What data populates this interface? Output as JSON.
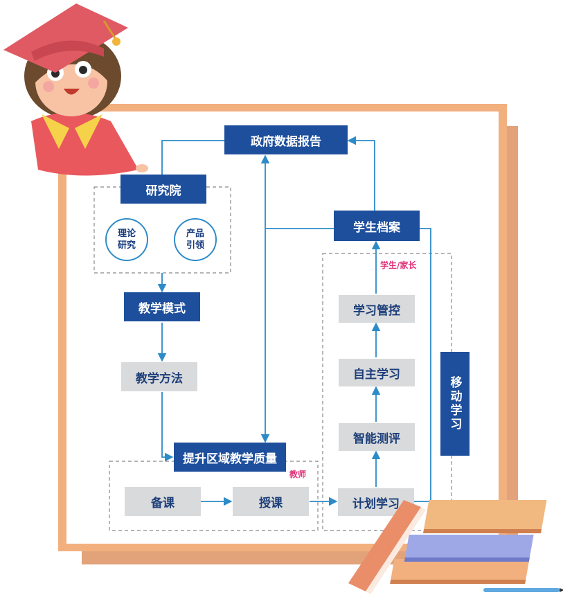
{
  "top": {
    "report": "政府数据报告"
  },
  "research": {
    "title": "研究院",
    "circle1": "理论\n研究",
    "circle2": "产品\n引领"
  },
  "left_flow": {
    "model": "教学模式",
    "method": "教学方法"
  },
  "center": {
    "quality": "提升区域教学质量",
    "teacher_tag": "教师"
  },
  "teacher_flow": {
    "prepare": "备课",
    "teach": "授课"
  },
  "student": {
    "archive": "学生档案",
    "tag": "学生/家长",
    "control": "学习管控",
    "self_study": "自主学习",
    "assessment": "智能测评",
    "plan": "计划学习"
  },
  "mobile": {
    "label": "移动学习"
  },
  "colors": {
    "navy": "#1e4f9c",
    "gray": "#d9dadb",
    "line": "#2d8bc8",
    "frame": "#f2b07f",
    "tag": "#e0307a"
  }
}
